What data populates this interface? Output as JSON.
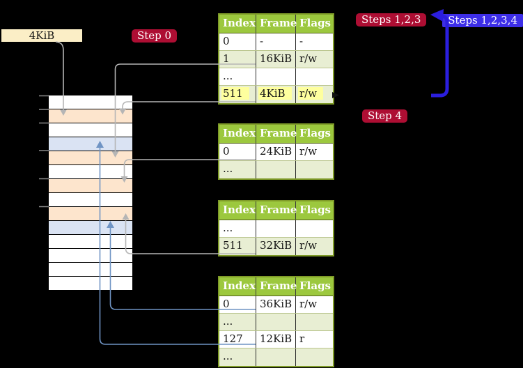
{
  "labels": {
    "page_size_box": "4KiB",
    "step0": "Step 0",
    "steps123": "Steps 1,2,3",
    "steps1234": "Steps 1,2,3,4",
    "step4": "Step 4"
  },
  "tables": [
    {
      "headers": [
        "Index",
        "Frame",
        "Flags"
      ],
      "rows": [
        [
          "0",
          "-",
          "-"
        ],
        [
          "1",
          "16KiB",
          "r/w"
        ],
        [
          "...",
          "",
          ""
        ],
        [
          "511",
          "4KiB",
          "r/w"
        ]
      ],
      "highlighted_row": 3
    },
    {
      "headers": [
        "Index",
        "Frame",
        "Flags"
      ],
      "rows": [
        [
          "0",
          "24KiB",
          "r/w"
        ],
        [
          "...",
          "",
          ""
        ]
      ]
    },
    {
      "headers": [
        "Index",
        "Frame",
        "Flags"
      ],
      "rows": [
        [
          "...",
          "",
          ""
        ],
        [
          "511",
          "32KiB",
          "r/w"
        ]
      ]
    },
    {
      "headers": [
        "Index",
        "Frame",
        "Flags"
      ],
      "rows": [
        [
          "0",
          "36KiB",
          "r/w"
        ],
        [
          "...",
          "",
          ""
        ],
        [
          "127",
          "12KiB",
          "r"
        ],
        [
          "...",
          "",
          ""
        ]
      ]
    }
  ],
  "memory_stack": {
    "rows": [
      "white",
      "peach",
      "white",
      "blue",
      "peach",
      "white",
      "peach",
      "white",
      "peach",
      "blue",
      "white",
      "white",
      "white",
      "white"
    ]
  },
  "colors": {
    "table_header_bg": "#9cc83e",
    "table_border": "#7f9b28",
    "table_row_alt_bg": "#e8eed3",
    "highlight": "#feff9e",
    "crimson": "#ad0e33",
    "blue_label": "#3d2ee8",
    "arrow_blue": "#2b1ede",
    "connector_gray": "#b5b5b5",
    "connector_blue": "#6f94c4",
    "beige": "#fbeec6",
    "stack_white": "#ffffff",
    "stack_peach": "#fde5cd",
    "stack_blue": "#dae3f3"
  }
}
